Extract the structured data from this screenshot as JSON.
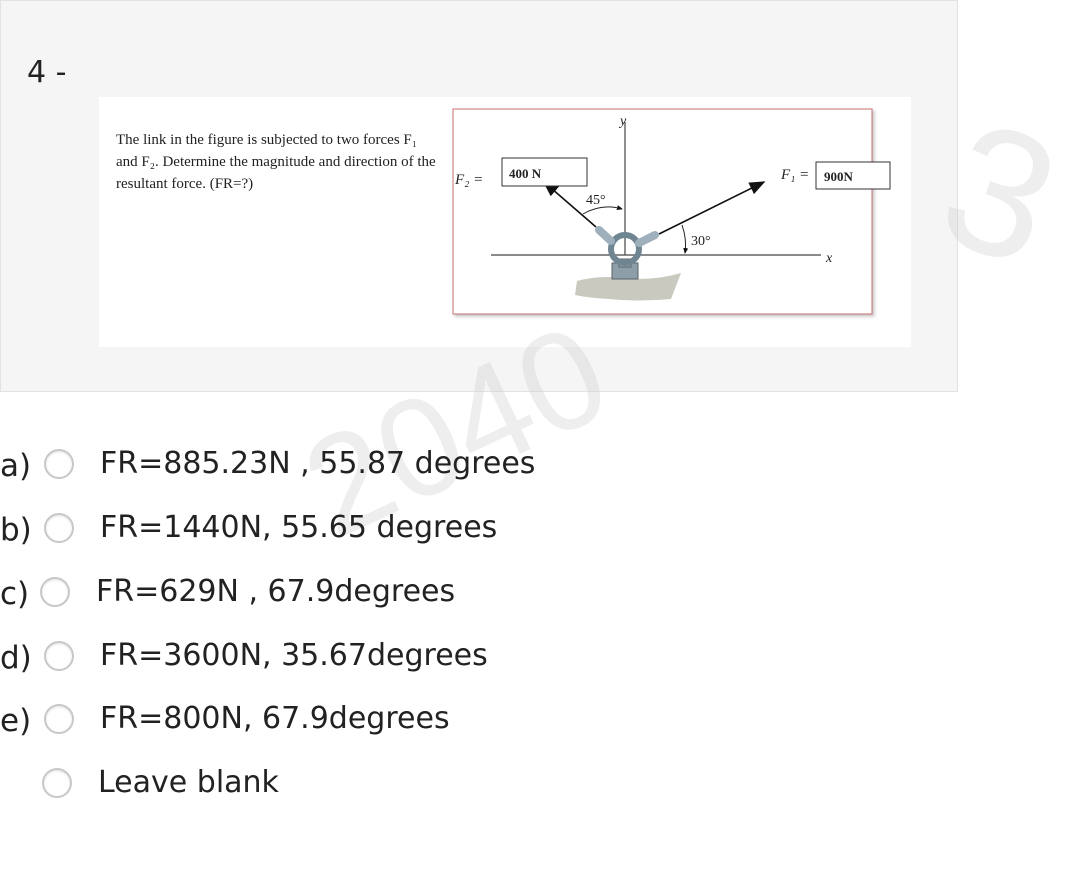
{
  "question": {
    "number": "4 -",
    "text": "The link in the figure is subjected to two forces F₁ and F₂. Determine the magnitude and direction of the resultant force. (FR=?)"
  },
  "figure": {
    "f2_label": "F₂ =",
    "f2_value": "400 N",
    "f1_label": "F₁ =",
    "f1_value": "900N",
    "y_axis": "y",
    "x_axis": "x",
    "angle_f2": "45°",
    "angle_f1": "30°"
  },
  "options": [
    {
      "letter": "a)",
      "text": "FR=885.23N , 55.87 degrees"
    },
    {
      "letter": "b)",
      "text": "FR=1440N, 55.65 degrees"
    },
    {
      "letter": "c)",
      "text": "FR=629N , 67.9degrees"
    },
    {
      "letter": "d)",
      "text": "FR=3600N, 35.67degrees"
    },
    {
      "letter": "e)",
      "text": "FR=800N, 67.9degrees"
    },
    {
      "letter": "",
      "text": "Leave blank"
    }
  ],
  "watermarks": {
    "a": "3",
    "b": "2040"
  }
}
